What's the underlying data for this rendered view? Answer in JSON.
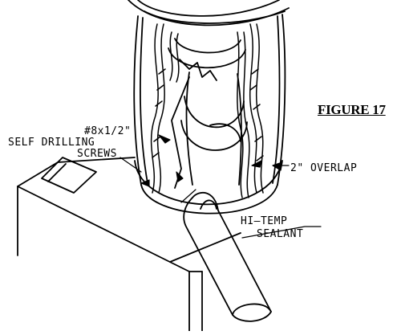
{
  "figure": {
    "title": "FIGURE 17"
  },
  "labels": {
    "screw_size": "#8x1/2\"",
    "self_drilling_line1": "SELF DRILLING",
    "self_drilling_line2": "SCREWS",
    "overlap": "2\" OVERLAP",
    "sealant_line1": "HI—TEMP",
    "sealant_line2": "SEALANT"
  }
}
